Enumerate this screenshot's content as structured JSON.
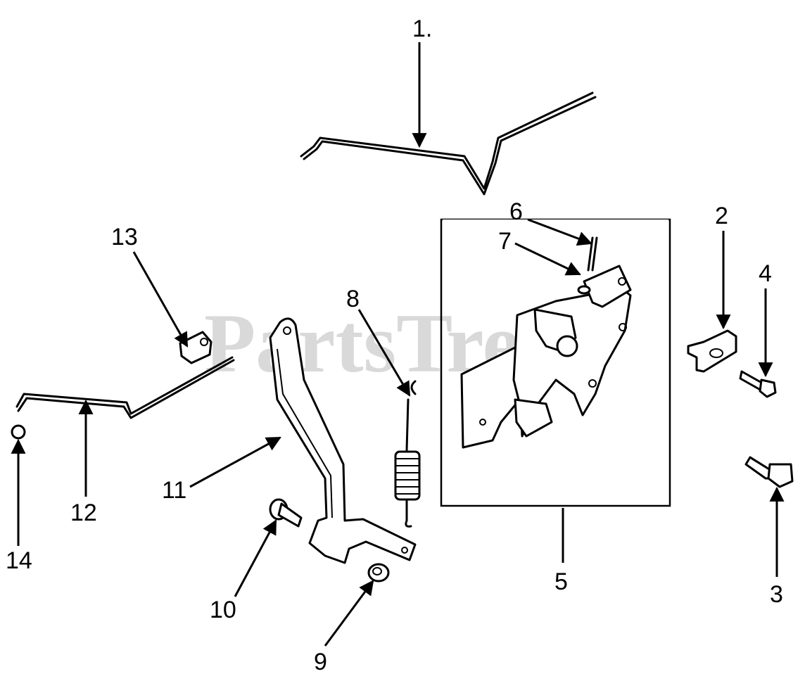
{
  "watermark": "PartsTree",
  "callouts": [
    {
      "id": "1",
      "text": "1."
    },
    {
      "id": "2",
      "text": "2"
    },
    {
      "id": "3",
      "text": "3"
    },
    {
      "id": "4",
      "text": "4"
    },
    {
      "id": "5",
      "text": "5"
    },
    {
      "id": "6",
      "text": "6"
    },
    {
      "id": "7",
      "text": "7"
    },
    {
      "id": "8",
      "text": "8"
    },
    {
      "id": "9",
      "text": "9"
    },
    {
      "id": "10",
      "text": "10"
    },
    {
      "id": "11",
      "text": "11"
    },
    {
      "id": "12",
      "text": "12"
    },
    {
      "id": "13",
      "text": "13"
    },
    {
      "id": "14",
      "text": "14"
    }
  ]
}
